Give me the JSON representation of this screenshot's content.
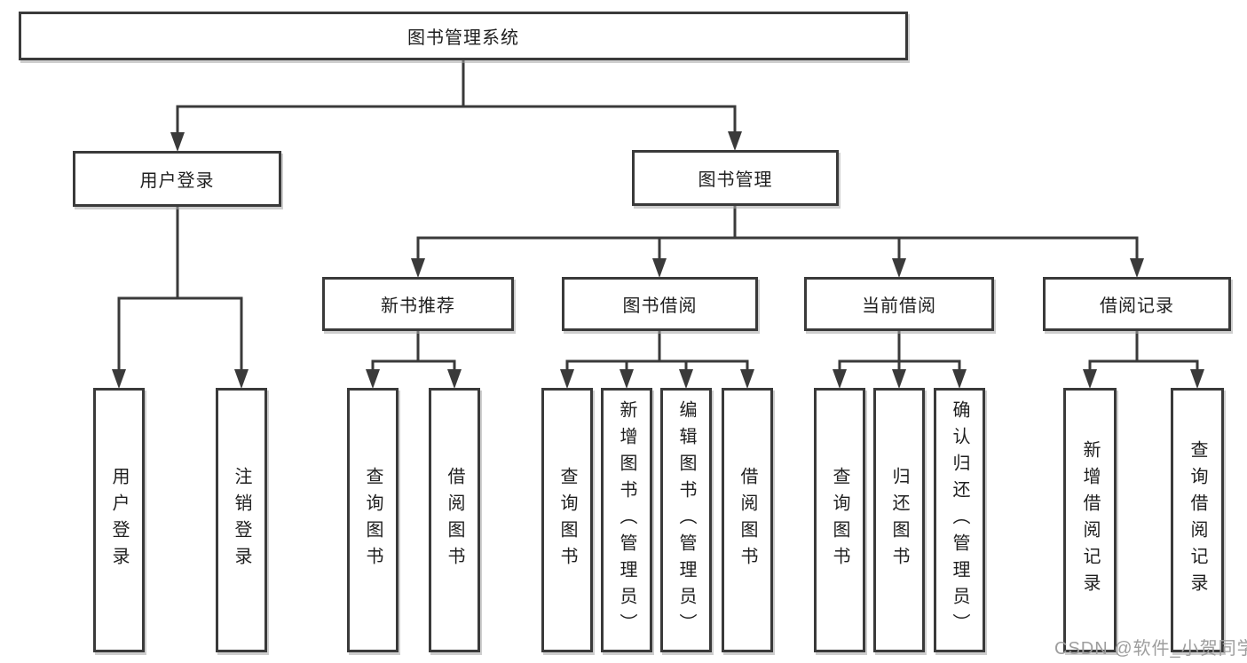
{
  "diagram_type": "hierarchy-tree",
  "tree": {
    "label": "图书管理系统",
    "children": [
      {
        "label": "用户登录",
        "children": [
          {
            "label": "用户登录"
          },
          {
            "label": "注销登录"
          }
        ]
      },
      {
        "label": "图书管理",
        "children": [
          {
            "label": "新书推荐",
            "children": [
              {
                "label": "查询图书"
              },
              {
                "label": "借阅图书"
              }
            ]
          },
          {
            "label": "图书借阅",
            "children": [
              {
                "label": "查询图书"
              },
              {
                "label": "新增图书（管理员）"
              },
              {
                "label": "编辑图书（管理员）"
              },
              {
                "label": "借阅图书"
              }
            ]
          },
          {
            "label": "当前借阅",
            "children": [
              {
                "label": "查询图书"
              },
              {
                "label": "归还图书"
              },
              {
                "label": "确认归还（管理员）"
              }
            ]
          },
          {
            "label": "借阅记录",
            "children": [
              {
                "label": "新增借阅记录"
              },
              {
                "label": "查询借阅记录"
              }
            ]
          }
        ]
      }
    ]
  },
  "watermark": {
    "text": "CSDN @软件_小贺同学"
  },
  "colors": {
    "line": "#3a3a3a",
    "box_border": "#3a3a3a",
    "box_background": "#ffffff",
    "text": "#1f1f1f",
    "box_shadow": "#a5a5a5",
    "watermark": "#9e9e9e",
    "background": "#ffffff"
  }
}
